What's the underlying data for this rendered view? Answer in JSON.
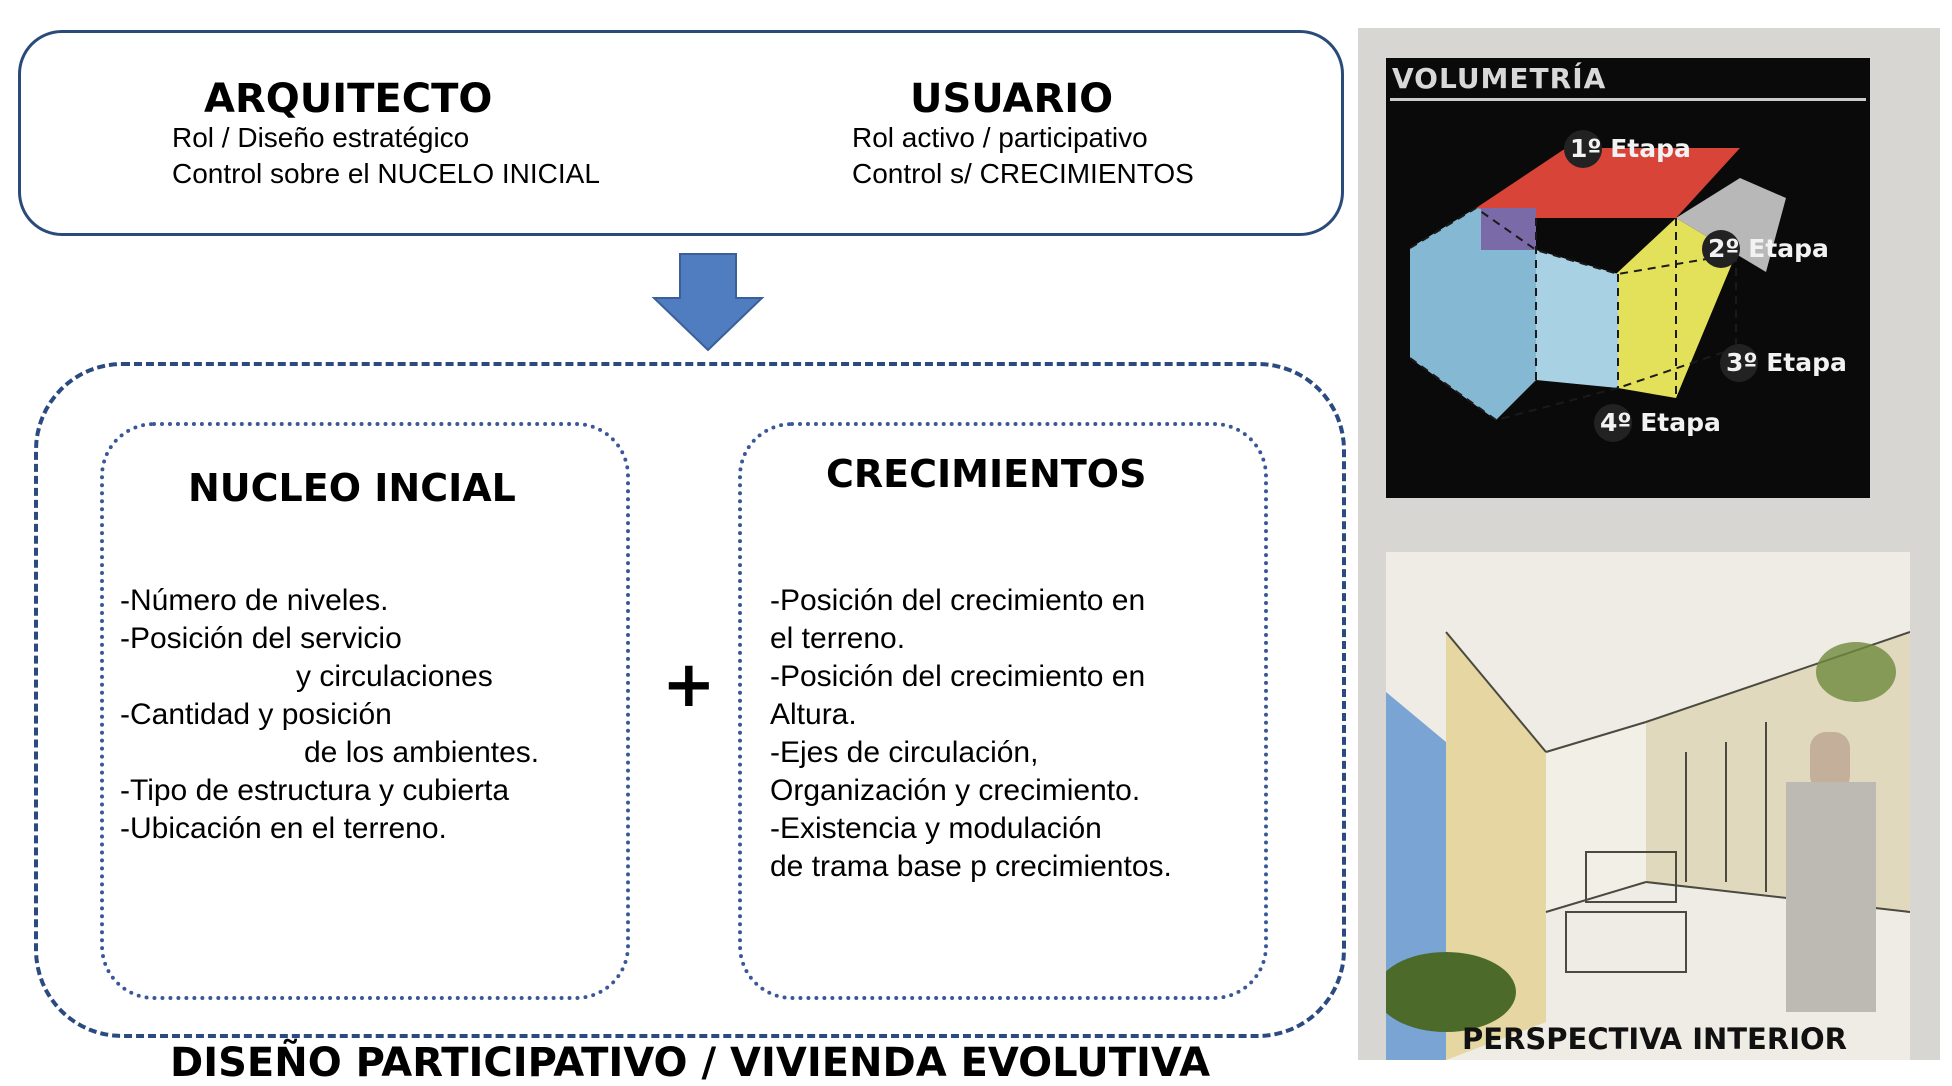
{
  "top": {
    "architect": {
      "title": "ARQUITECTO",
      "line1": "Rol / Diseño estratégico",
      "line2": "Control sobre el NUCELO INICIAL"
    },
    "user": {
      "title": "USUARIO",
      "line1": "Rol activo / participativo",
      "line2": "Control s/ CRECIMIENTOS"
    }
  },
  "nucleo": {
    "title": "NUCLEO INCIAL",
    "items": [
      "-Número de niveles.",
      "-Posición del servicio",
      "y circulaciones",
      "-Cantidad y posición",
      "de los ambientes.",
      "-Tipo de estructura y cubierta",
      "-Ubicación en el terreno."
    ]
  },
  "plus": "+",
  "crecimientos": {
    "title": "CRECIMIENTOS",
    "items": [
      "-Posición del crecimiento en",
      "el terreno.",
      "-Posición del crecimiento en",
      "Altura.",
      "-Ejes de circulación,",
      "Organización y crecimiento.",
      "-Existencia y modulación",
      "de trama base p crecimientos."
    ]
  },
  "caption": "DISEÑO PARTICIPATIVO / VIVIENDA EVOLUTIVA",
  "images": {
    "volumetria_title": "VOLUMETRÍA",
    "stages": [
      "1º Etapa",
      "2º Etapa",
      "3º Etapa",
      "4º Etapa"
    ],
    "perspectiva_title": "PERSPECTIVA INTERIOR"
  },
  "colors": {
    "border": "#2a4a7a",
    "arrow": "#4f7dc0",
    "stage1": "#d84438",
    "stage2": "#b8b8b8",
    "stage3": "#e3e05a",
    "stage4": "#8cc2de"
  }
}
